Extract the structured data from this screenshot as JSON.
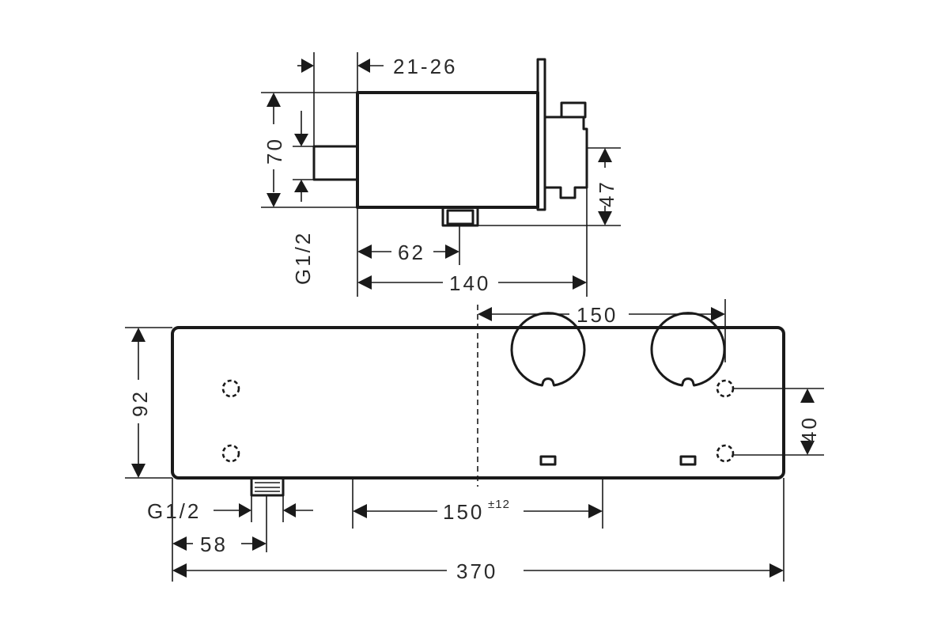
{
  "side_view": {
    "dimensions": {
      "wall_depth": "21-26",
      "height": "70",
      "connection": "G1/2",
      "outlet_height": "47",
      "outlet_offset": "62",
      "depth": "140"
    }
  },
  "front_view": {
    "dimensions": {
      "valve_spacing": "150",
      "height": "92",
      "mount_spacing": "40",
      "connection": "G1/2",
      "outlet_position": "58",
      "centre_spacing": "150",
      "centre_tolerance": "±12",
      "total_width": "370"
    }
  }
}
